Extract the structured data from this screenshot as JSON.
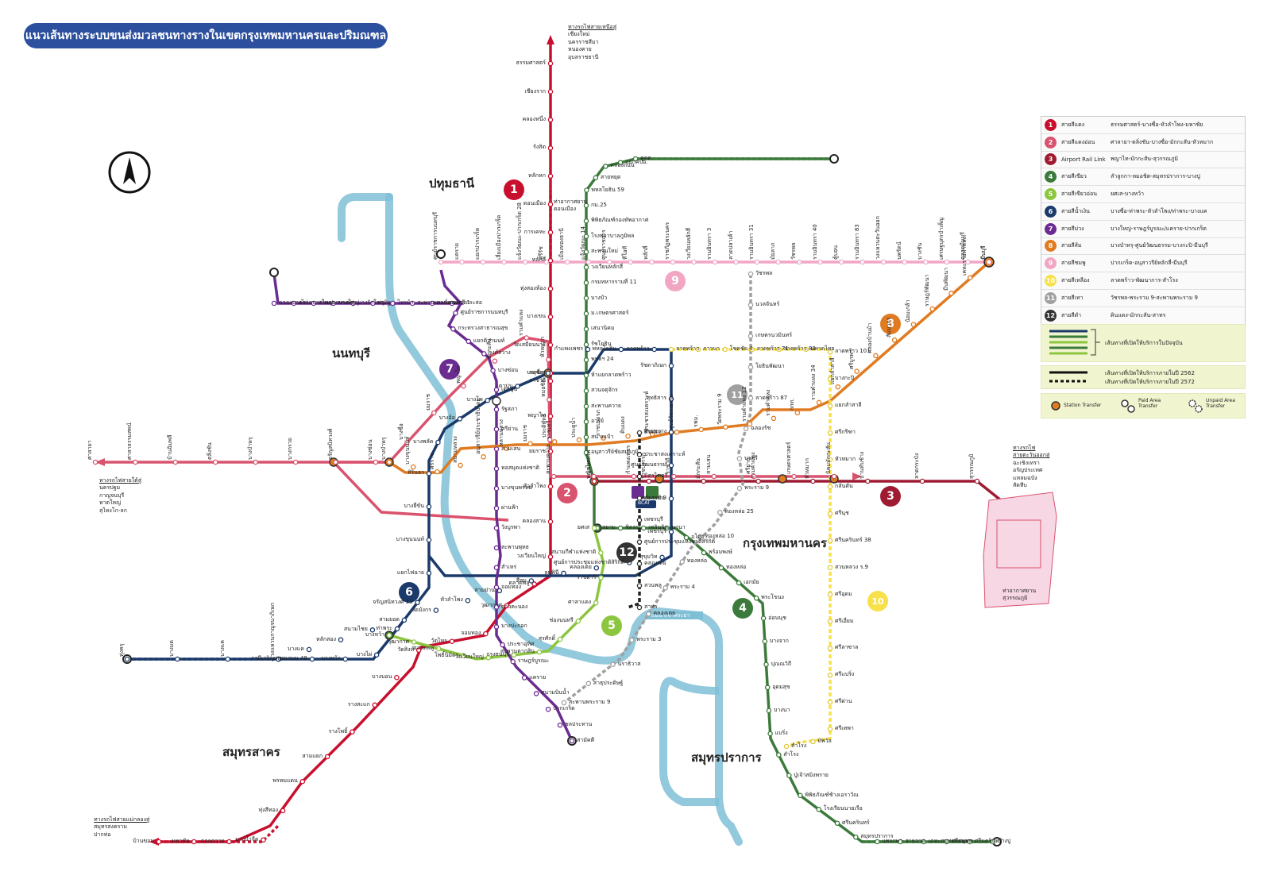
{
  "title": "แนวเส้นทางระบบขนส่งมวลชนทางรางในเขตกรุงเทพมหานครและปริมณฑล",
  "compass": {
    "icon": "north-compass-icon",
    "label": "N"
  },
  "colors": {
    "red": "#c8102e",
    "lightred": "#d9536e",
    "airport": "#9e1b32",
    "green": "#3c7a3b",
    "lightgreen": "#8cc63f",
    "blue": "#1b3a6b",
    "purple": "#6b2c91",
    "orange": "#e07b22",
    "pink": "#f2a6c4",
    "yellow": "#f7e04a",
    "grey": "#a0a0a0",
    "brown": "#4b3b2a",
    "river": "#7fbfd6"
  },
  "regions": {
    "pathum": "ปทุมธานี",
    "nonthaburi": "นนทบุรี",
    "bangkok": "กรุงเทพมหานคร",
    "samutsakhon": "สมุทรสาคร",
    "samutprakan": "สมุทรปราการ"
  },
  "legend": {
    "lines": [
      {
        "num": "1",
        "name": "สายสีแดง",
        "route": "ธรรมศาสตร์-บางซื่อ-หัวลำโพง-มหาชัย",
        "color": "#c8102e"
      },
      {
        "num": "2",
        "name": "สายสีแดงอ่อน",
        "route": "ศาลายา-ตลิ่งชัน-บางซื่อ-มักกะสัน-หัวหมาก",
        "color": "#d9536e"
      },
      {
        "num": "3",
        "name": "Airport Rail Link",
        "route": "พญาไท-มักกะสัน-สุวรรณภูมิ",
        "color": "#9e1b32"
      },
      {
        "num": "4",
        "name": "สายสีเขียว",
        "route": "ลำลูกกา-หมอชิต-สมุทรปราการ-บางปู",
        "color": "#3c7a3b"
      },
      {
        "num": "5",
        "name": "สายสีเขียวอ่อน",
        "route": "ยศเส-บางหว้า",
        "color": "#8cc63f"
      },
      {
        "num": "6",
        "name": "สายสีน้ำเงิน",
        "route": "บางซื่อ-ท่าพระ-หัวลำโพง/ท่าพระ-บางแค",
        "color": "#1b3a6b"
      },
      {
        "num": "7",
        "name": "สายสีม่วง",
        "route": "บางใหญ่-ราษฎร์บูรณะ/แคราย-ปากเกร็ด",
        "color": "#6b2c91"
      },
      {
        "num": "8",
        "name": "สายสีส้ม",
        "route": "บางบำหรุ-ศูนย์วัฒนธรรม-บางกะปิ-มีนบุรี",
        "color": "#e07b22"
      },
      {
        "num": "9",
        "name": "สายสีชมพู",
        "route": "ปากเกร็ด-อนุสาวรีย์หลักสี่-มีนบุรี",
        "color": "#f2a6c4"
      },
      {
        "num": "10",
        "name": "สายสีเหลือง",
        "route": "ลาดพร้าว-พัฒนาการ-สำโรง",
        "color": "#f7e04a"
      },
      {
        "num": "11",
        "name": "สายสีเทา",
        "route": "วัชรพล-พระราม 9-สะพานพระราม 9",
        "color": "#a0a0a0"
      },
      {
        "num": "12",
        "name": "สายสีดำ",
        "route": "ดินแดง-มักกะสัน-สาทร",
        "color": "#333333"
      }
    ],
    "open_now": "เส้นทางที่เปิดให้บริการในปัจจุบัน",
    "open_2562": "เส้นทางที่เปิดให้บริการภายในปี 2562",
    "open_2572": "เส้นทางที่เปิดให้บริการภายในปี 2572",
    "transfer_station": "Station Transfer",
    "paid_area": "Paid Area Transfer",
    "unpaid_area": "Unpaid Area Transfer"
  },
  "notes": {
    "north": [
      "ทางรถไฟสายเหนือสู่",
      "เชียงใหม่",
      "นครราชสีมา",
      "หนองคาย",
      "อุบลราชธานี"
    ],
    "south": [
      "ทางรถไฟสายใต้สู่",
      "นครปฐม",
      "กาญจนบุรี",
      "หาดใหญ่",
      "สุไหงโก-ลก"
    ],
    "east": [
      "ทางรถไฟ",
      "สายตะวันออกสู่",
      "ฉะเชิงเทรา",
      "อรัญประเทศ",
      "แหลมฉบัง",
      "สัตหีบ"
    ],
    "maeklong": [
      "ทางรถไฟสายแม่กลองสู่",
      "สมุทรสงคราม",
      "ปากท่อ"
    ],
    "airport_dmk": [
      "ท่าอากาศยาน",
      "ดอนเมือง"
    ],
    "airport_bkk": [
      "ท่าอากาศยาน",
      "สุวรรณภูมิ"
    ],
    "river": "แม่น้ำเจ้าพระยา",
    "bcat": "BCAT"
  },
  "stations": {
    "red_north": [
      "ธรรมศาสตร์",
      "เชียงราก",
      "คลองหนึ่ง",
      "รังสิต",
      "หลักหก",
      "ดอนเมือง",
      "การเคหะ",
      "หลักสี่",
      "ทุ่งสองห้อง",
      "บางเขน",
      "วัดเสมียนนารี",
      "จตุจักร"
    ],
    "red_south": [
      "ราชวิถี",
      "พญาไท",
      "ยมราช",
      "หัวลำโพง",
      "คลองสาน",
      "วงเวียนใหญ่",
      "ตลาดพลู",
      "วุฒากาศ",
      "จอมทอง",
      "วัดไทร",
      "วัดสิงห์",
      "บางบอน",
      "รางสะแก",
      "รางโพธิ์",
      "สามแยก",
      "พรหมแดน",
      "ทุ่งสีทอง",
      "บางน้ำจืด",
      "คอกควาย",
      "มหาชัย",
      "บ้านขอม"
    ],
    "green_north": [
      "คูคต",
      "แยกคปอ.",
      "คลองถนน",
      "สายหยุด",
      "พหลโยธิน 59",
      "กม.25",
      "พิพิธภัณฑ์กองทัพอากาศ",
      "โรงพยาบาลภูมิพล",
      "สะพานใหม่",
      "วงเวียนหลักสี่",
      "กรมทหารราบที่ 11",
      "บางบัว",
      "ม.เกษตรศาสตร์",
      "เสนานิคม",
      "รัชโยธิน",
      "พหลฯ 24",
      "ห้าแยกลาดพร้าว",
      "สวนจตุจักร",
      "สะพานควาย",
      "อารีย์",
      "สนามเป้า",
      "อนุสาวรีย์ชัยสมรภูมิ"
    ],
    "green_south": [
      "สยาม",
      "ชิดลม",
      "เพลินจิต",
      "นานา",
      "อโศก",
      "พร้อมพงษ์",
      "ทองหล่อ",
      "เอกมัย",
      "พระโขนง",
      "อ่อนนุช",
      "บางจาก",
      "ปุณณวิถี",
      "อุดมสุข",
      "บางนา",
      "แบริ่ง",
      "สำโรง",
      "ปู่เจ้าสมิงพราย",
      "พิพิธภัณฑ์ช้างเอราวัณ",
      "โรงเรียนนายเรือ",
      "ศรีนครินทร์",
      "สมุทรปราการ",
      "แพรกษา",
      "สายลวด",
      "เคหะสมุทรปราการ",
      "ศรีสมุทร",
      "ศรีนครินทร์",
      "บางปู"
    ],
    "blue": [
      "บางซื่อ",
      "เตาปูน",
      "บางโพ",
      "บางอ้อ",
      "บางพลัด",
      "สิรินธร",
      "บางยี่ขัน",
      "บางขุนนนท์",
      "แยกไฟฉาย",
      "จรัญสนิทวงศ์ 13",
      "ท่าพระ",
      "บางไผ่",
      "บางหว้า",
      "เพชรเกษม 48",
      "ภาษีเจริญ",
      "บางแค",
      "หลักสอง",
      "สนามไชย",
      "สามยอด",
      "วัดมังกร",
      "หัวลำโพง",
      "สามย่าน",
      "สีลม",
      "ลุมพินี",
      "คลองเตย",
      "ศูนย์การประชุมแห่งชาติสิริกิติ์",
      "สุขุมวิท",
      "เพชรบุรี",
      "พระราม 9",
      "ศูนย์วัฒนธรรม",
      "ห้วยขวาง",
      "สุทธิสาร",
      "รัชดาภิเษก",
      "ลาดพร้าว",
      "พหลโยธิน",
      "กำแพงเพชร"
    ],
    "purple": [
      "คลองบางไผ่",
      "ตลาดบางใหญ่",
      "สามแยกบางใหญ่",
      "บางพลู",
      "บางรักใหญ่",
      "ท่าอิฐ",
      "ไทรม้า",
      "สะพานพระนั่งเกล้า",
      "แยกนนทบุรี 1",
      "บางกระสอ",
      "ศูนย์ราชการนนทบุรี",
      "กระทรวงสาธารณสุข",
      "แยกติวานนท์",
      "วงศ์สว่าง",
      "บางซ่อน",
      "เตาปูน",
      "รัฐสภา",
      "ศรีย่าน",
      "สามเสน",
      "หอสมุดแห่งชาติ",
      "บางขุนพรหม",
      "ผ่านฟ้า",
      "วังบูรพา",
      "สะพานพุทธ",
      "สำเหร่",
      "จอมทอง",
      "ดาวคะนอง",
      "บางปะกอก",
      "ประชาอุทิศ",
      "ราษฎร์บูรณะ",
      "แคราย",
      "สนามบินน้ำ",
      "ปากเกร็ด",
      "ชลประทาน",
      "สามัคคี"
    ],
    "orange": [
      "บางบำหรุ",
      "บางขุนนนท์",
      "ศิริราช",
      "สนามหลวง",
      "อนุสาวรีย์ประชาธิปไตย",
      "หลานหลวง",
      "ยมราช",
      "ราชเทวี",
      "ประตูน้ำ",
      "ราชปรารภ",
      "ดินแดง",
      "ประชาสงเคราะห์",
      "ศูนย์วัฒนธรรม",
      "รฟม.",
      "วัดพระราม 9",
      "รามคำแหง 12",
      "รามคำแหง",
      "กกท.",
      "รามคำแหง 34",
      "แยกลำสาลี",
      "ศรีบูรพา",
      "คลองบ้านม้า",
      "สัมมากร",
      "น้อมเกล้า",
      "ราษฎร์พัฒนา",
      "มีนพัฒนา",
      "เคหะรามคำแหง",
      "มีนบุรี"
    ],
    "pink": [
      "ศูนย์ราชการนนทบุรี",
      "แคราย",
      "แยกปากเกร็ด",
      "เลี่ยงเมืองปากเกร็ด",
      "แจ้งวัฒนะ-ปากเกร็ด 28",
      "ศรีรัช",
      "เมืองทองธานี",
      "แจ้งวัฒนะ 14",
      "ศูนย์ราชการ",
      "ทีโอที",
      "หลักสี่",
      "ราชภัฏพระนคร",
      "วงเวียนหลักสี่",
      "รามอินทรา 3",
      "ลาดปลาเค้า",
      "รามอินทรา 31",
      "มัยลาภ",
      "วัชรพล",
      "รามอินทรา 40",
      "คู้บอน",
      "รามอินทรา 83",
      "วงแหวนตะวันออก",
      "นพรัตน์",
      "บางชัน",
      "เศรษฐบุตรบำเพ็ญ",
      "ตลาดมีนบุรี",
      "มีนบุรี"
    ],
    "yellow": [
      "ลาดพร้าว",
      "ภาวนา",
      "โชคชัย 4",
      "ลาดพร้าว 71",
      "ลาดพร้าว 83",
      "มหาดไทย",
      "ลาดพร้าว 101",
      "บางกะปิ",
      "แยกลำสาลี",
      "ศรีกรีฑา",
      "หัวหมาก",
      "กลันตัน",
      "ศรีนุช",
      "ศรีนครินทร์ 38",
      "สวนหลวง ร.9",
      "ศรีอุดม",
      "ศรีเอี่ยม",
      "ศรีลาซาล",
      "ศรีแบริ่ง",
      "ศรีด่าน",
      "ศรีเทพา",
      "ทิพวัล",
      "สำโรง"
    ],
    "grey": [
      "วัชรพล",
      "นวลจันทร์",
      "เกษตรนวมินทร์",
      "โยธินพัฒนา",
      "ลาดพร้าว 87",
      "ฉลองรัช",
      "นวศรี",
      "พระราม 9",
      "ทองหล่อ 25",
      "ทองหล่อ 10",
      "ทองหล่อ",
      "พระราม 4",
      "คลองเตย",
      "พระราม 3",
      "นราธิวาส",
      "สาธุประดิษฐ์",
      "สะพานพระราม 9"
    ],
    "light_red": [
      "ศาลายา",
      "ศาลาธรรมสพน์",
      "บ้านฉิมพลี",
      "ตลิ่งชัน",
      "บางบำหรุ",
      "บางกรวย",
      "จรัญสนิทวงศ์",
      "บางซ่อน",
      "บางซื่อ",
      "ยมราช",
      "พญาไท",
      "มักกะสัน",
      "รามคำแหง",
      "หัวหมาก",
      "หมอชิต",
      "ประดิพัทธ์",
      "สะพานควาย",
      "นิคมรถไฟ",
      "กำแพงเพชร",
      "ราชวิถี",
      "สามเสน",
      "ศรีย่าน",
      "เกษตรศาสตร์",
      "นิคมมักกะสัน"
    ],
    "airport": [
      "พญาไท",
      "ราชปรารภ",
      "มักกะสัน",
      "รามคำแหง",
      "หัวหมาก",
      "บ้านทับช้าง",
      "ลาดกระบัง",
      "สุวรรณภูมิ"
    ],
    "lightgreen": [
      "ยศเส",
      "สนามกีฬาแห่งชาติ",
      "ราชดำริ",
      "ศาลาแดง",
      "ช่องนนทรี",
      "สุรศักดิ์",
      "สะพานตากสิน",
      "กรุงธนบุรี",
      "วงเวียนใหญ่",
      "โพธิ์นิมิตร",
      "ตลาดพลู",
      "วุฒากาศ",
      "บางหว้า"
    ],
    "black": [
      "ดินแดง",
      "ประชาสงเคราะห์",
      "มิตรไมตรี",
      "มักกะสัน",
      "เพชรบุรี",
      "ศูนย์การประชุมแห่งชาติสิริกิติ์",
      "คลองเตย",
      "สวนพลู",
      "สาทร"
    ],
    "nonthaburi_ext": [
      "ทุ่งครุ",
      "บางมด",
      "บางแค",
      "วงแหวนกาญจนาภิเษก"
    ]
  }
}
